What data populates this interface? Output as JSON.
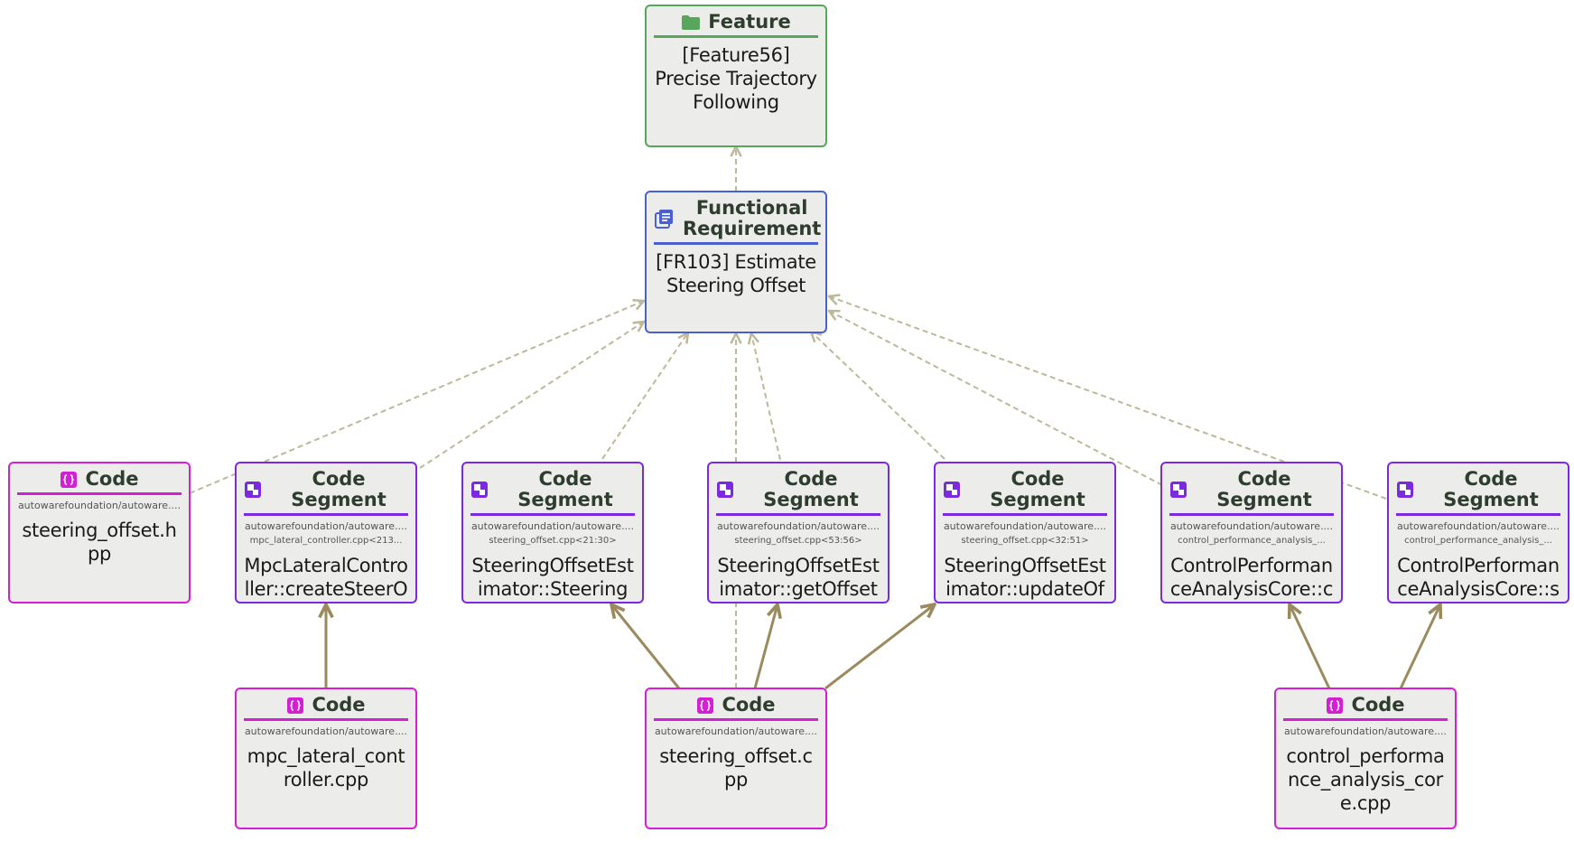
{
  "nodes": {
    "feature": {
      "kind": "Feature",
      "title": "[Feature56] Precise Trajectory Following",
      "icon": "folder-icon"
    },
    "fr": {
      "kind": "Functional Requirement",
      "title": "[FR103] Estimate Steering Offset",
      "icon": "document-list-icon"
    },
    "code_hpp": {
      "kind": "Code",
      "repo": "autowarefoundation/autoware....",
      "title": "steering_offset.hpp",
      "icon": "code-braces-icon"
    },
    "seg_mpc": {
      "kind": "Code Segment",
      "repo": "autowarefoundation/autoware....",
      "file": "mpc_lateral_controller.cpp<213...",
      "title": "MpcLateralController::createSteerOffsetEstimator",
      "icon": "code-segment-icon"
    },
    "seg_ctor": {
      "kind": "Code Segment",
      "repo": "autowarefoundation/autoware....",
      "file": "steering_offset.cpp<21:30>",
      "title": "SteeringOffsetEstimator::SteeringOffsetEstimator",
      "icon": "code-segment-icon"
    },
    "seg_get": {
      "kind": "Code Segment",
      "repo": "autowarefoundation/autoware....",
      "file": "steering_offset.cpp<53:56>",
      "title": "SteeringOffsetEstimator::getOffset",
      "icon": "code-segment-icon"
    },
    "seg_update": {
      "kind": "Code Segment",
      "repo": "autowarefoundation/autoware....",
      "file": "steering_offset.cpp<32:51>",
      "title": "SteeringOffsetEstimator::updateOffset",
      "icon": "code-segment-icon"
    },
    "seg_cpa1": {
      "kind": "Code Segment",
      "repo": "autowarefoundation/autoware....",
      "file": "control_performance_analysis_...",
      "title": "ControlPerformanceAnalysisCore::calculateDrivingVars",
      "icon": "code-segment-icon"
    },
    "seg_cpa2": {
      "kind": "Code Segment",
      "repo": "autowarefoundation/autoware....",
      "file": "control_performance_analysis_...",
      "title": "ControlPerformanceAnalysisCore::setSteeringStatus",
      "icon": "code-segment-icon"
    },
    "code_mpc": {
      "kind": "Code",
      "repo": "autowarefoundation/autoware....",
      "title": "mpc_lateral_controller.cpp",
      "icon": "code-braces-icon"
    },
    "code_cpp": {
      "kind": "Code",
      "repo": "autowarefoundation/autoware....",
      "title": "steering_offset.cpp",
      "icon": "code-braces-icon"
    },
    "code_cpa": {
      "kind": "Code",
      "repo": "autowarefoundation/autoware....",
      "title": "control_performance_analysis_core.cpp",
      "icon": "code-braces-icon"
    }
  },
  "colors": {
    "feature": "#57a65b",
    "functional_requirement": "#4a5fd0",
    "code_segment": "#7b2ae0",
    "code": "#d420d4",
    "trace_edge": "#bdb89a",
    "contains_edge": "#9a8a5e"
  }
}
